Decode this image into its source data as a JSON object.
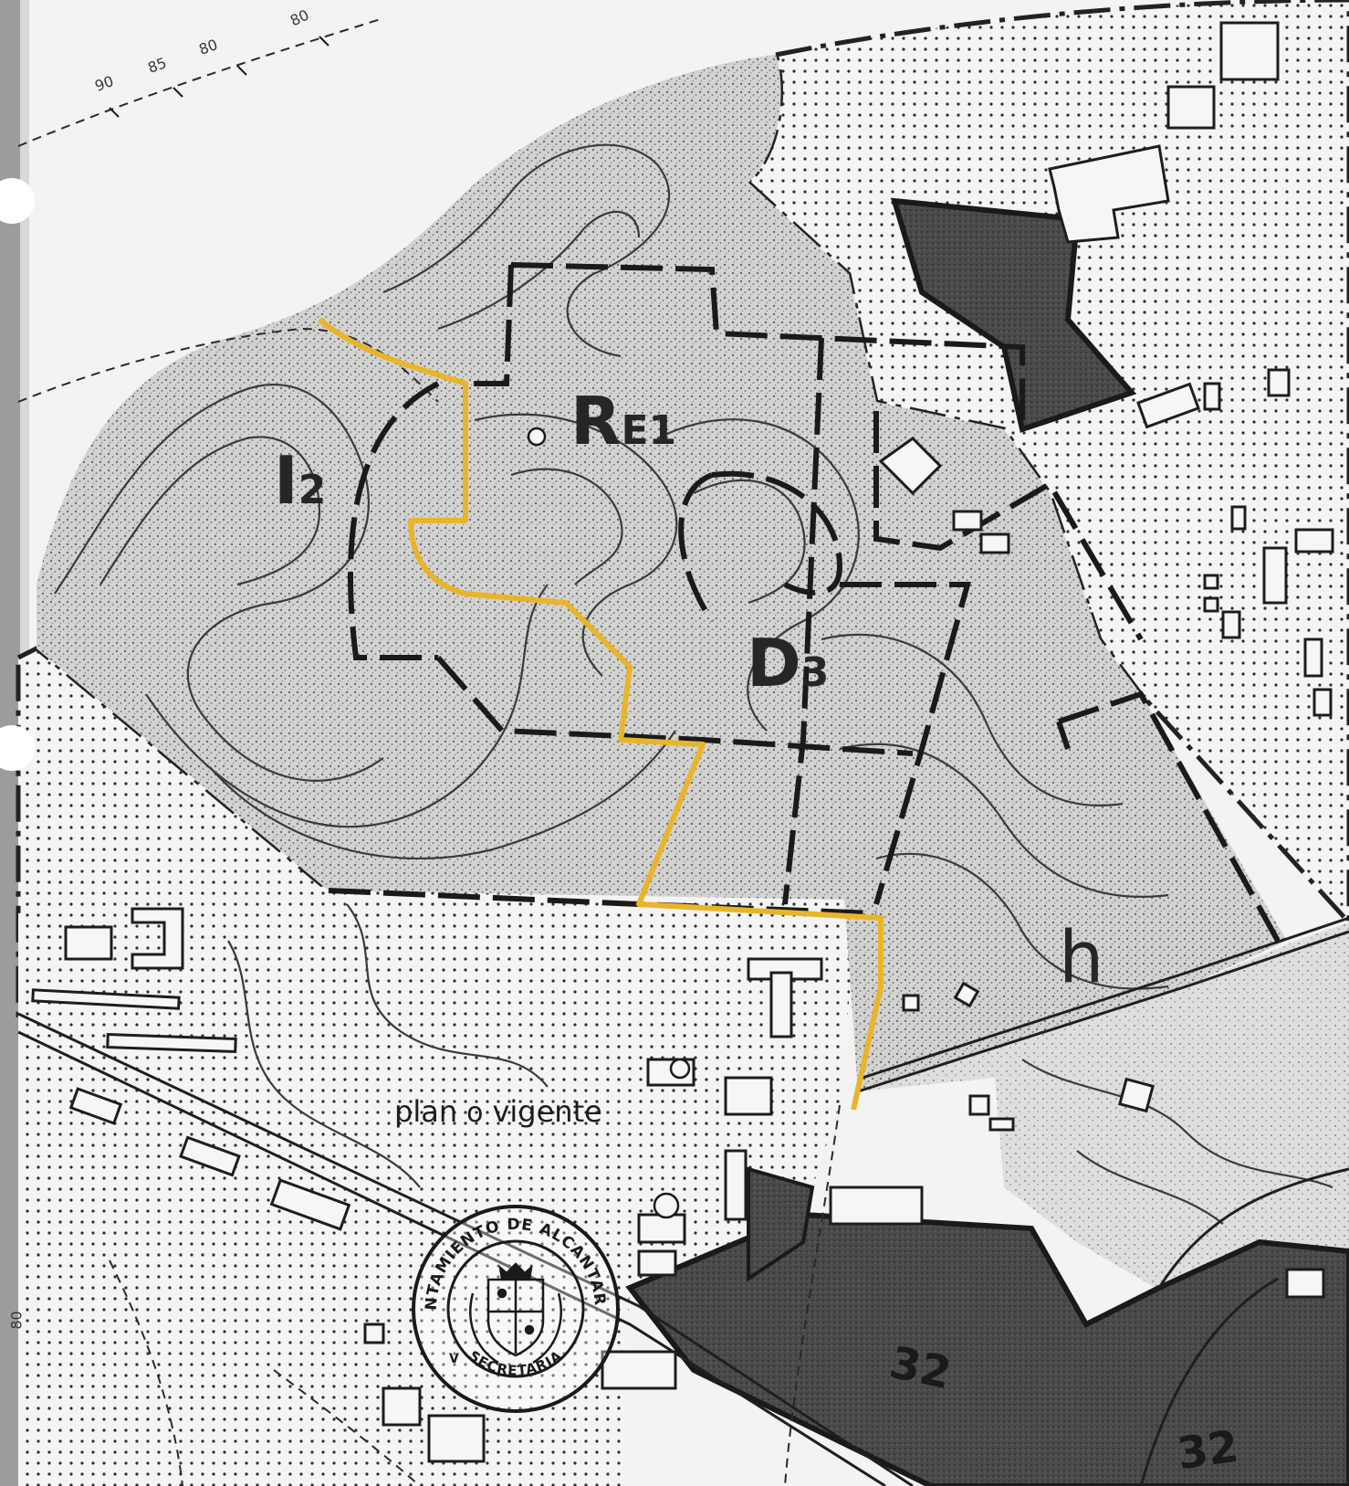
{
  "map": {
    "zones": {
      "re1": {
        "main": "R",
        "sub": "E1"
      },
      "i2": {
        "main": "I",
        "sub": "2"
      },
      "d3": {
        "main": "D",
        "sub": "3"
      },
      "h": {
        "main": "h"
      }
    },
    "annotations": {
      "plan_left": "plan",
      "plan_dot": "o",
      "plan_right": "vigente"
    },
    "contour_labels": [
      "90",
      "85",
      "80",
      "80",
      "80"
    ],
    "block_numbers": [
      "32",
      "32"
    ],
    "seal": {
      "text": "AYUNTAMIENTO DE ALCANTARILLA",
      "bottom": "SECRETARIA",
      "side": "V"
    },
    "colors": {
      "paper": "#f3f3f1",
      "ink": "#262626",
      "stipple": "#8a8a8a",
      "dark_block": "#4a4a4a",
      "highlight_boundary": "#e8b52a"
    },
    "icons": [
      "coat-of-arms-icon"
    ]
  }
}
